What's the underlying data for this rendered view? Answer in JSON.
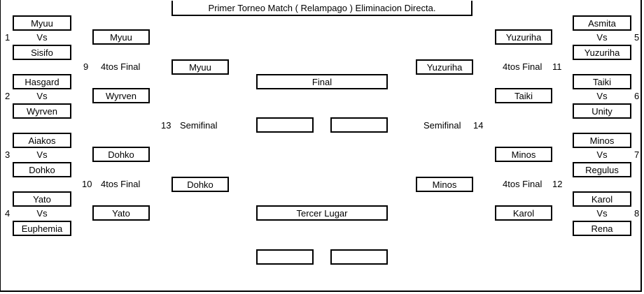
{
  "title": "Primer Torneo Match ( Relampago ) Eliminacion Directa.",
  "vs": "Vs",
  "labels": {
    "quarter": "4tos Final",
    "semi": "Semifinal",
    "final": "Final",
    "third": "Tercer Lugar"
  },
  "left": {
    "match1": {
      "num": "1",
      "a": "Myuu",
      "b": "Sisifo",
      "winner": "Myuu"
    },
    "match2": {
      "num": "2",
      "a": "Hasgard",
      "b": "Wyrven",
      "winner": "Wyrven"
    },
    "match3": {
      "num": "3",
      "a": "Aiakos",
      "b": "Dohko",
      "winner": "Dohko"
    },
    "match4": {
      "num": "4",
      "a": "Yato",
      "b": "Euphemia",
      "winner": "Yato"
    },
    "qf9": {
      "num": "9",
      "winner": "Myuu"
    },
    "qf10": {
      "num": "10",
      "winner": "Dohko"
    },
    "sf13": {
      "num": "13"
    }
  },
  "right": {
    "match5": {
      "num": "5",
      "a": "Asmita",
      "b": "Yuzuriha",
      "winner": "Yuzuriha"
    },
    "match6": {
      "num": "6",
      "a": "Taiki",
      "b": "Unity",
      "winner": "Taiki"
    },
    "match7": {
      "num": "7",
      "a": "Minos",
      "b": "Regulus",
      "winner": "Minos"
    },
    "match8": {
      "num": "8",
      "a": "Karol",
      "b": "Rena",
      "winner": "Karol"
    },
    "qf11": {
      "num": "11",
      "winner": "Yuzuriha"
    },
    "qf12": {
      "num": "12",
      "winner": "Minos"
    },
    "sf14": {
      "num": "14"
    }
  }
}
